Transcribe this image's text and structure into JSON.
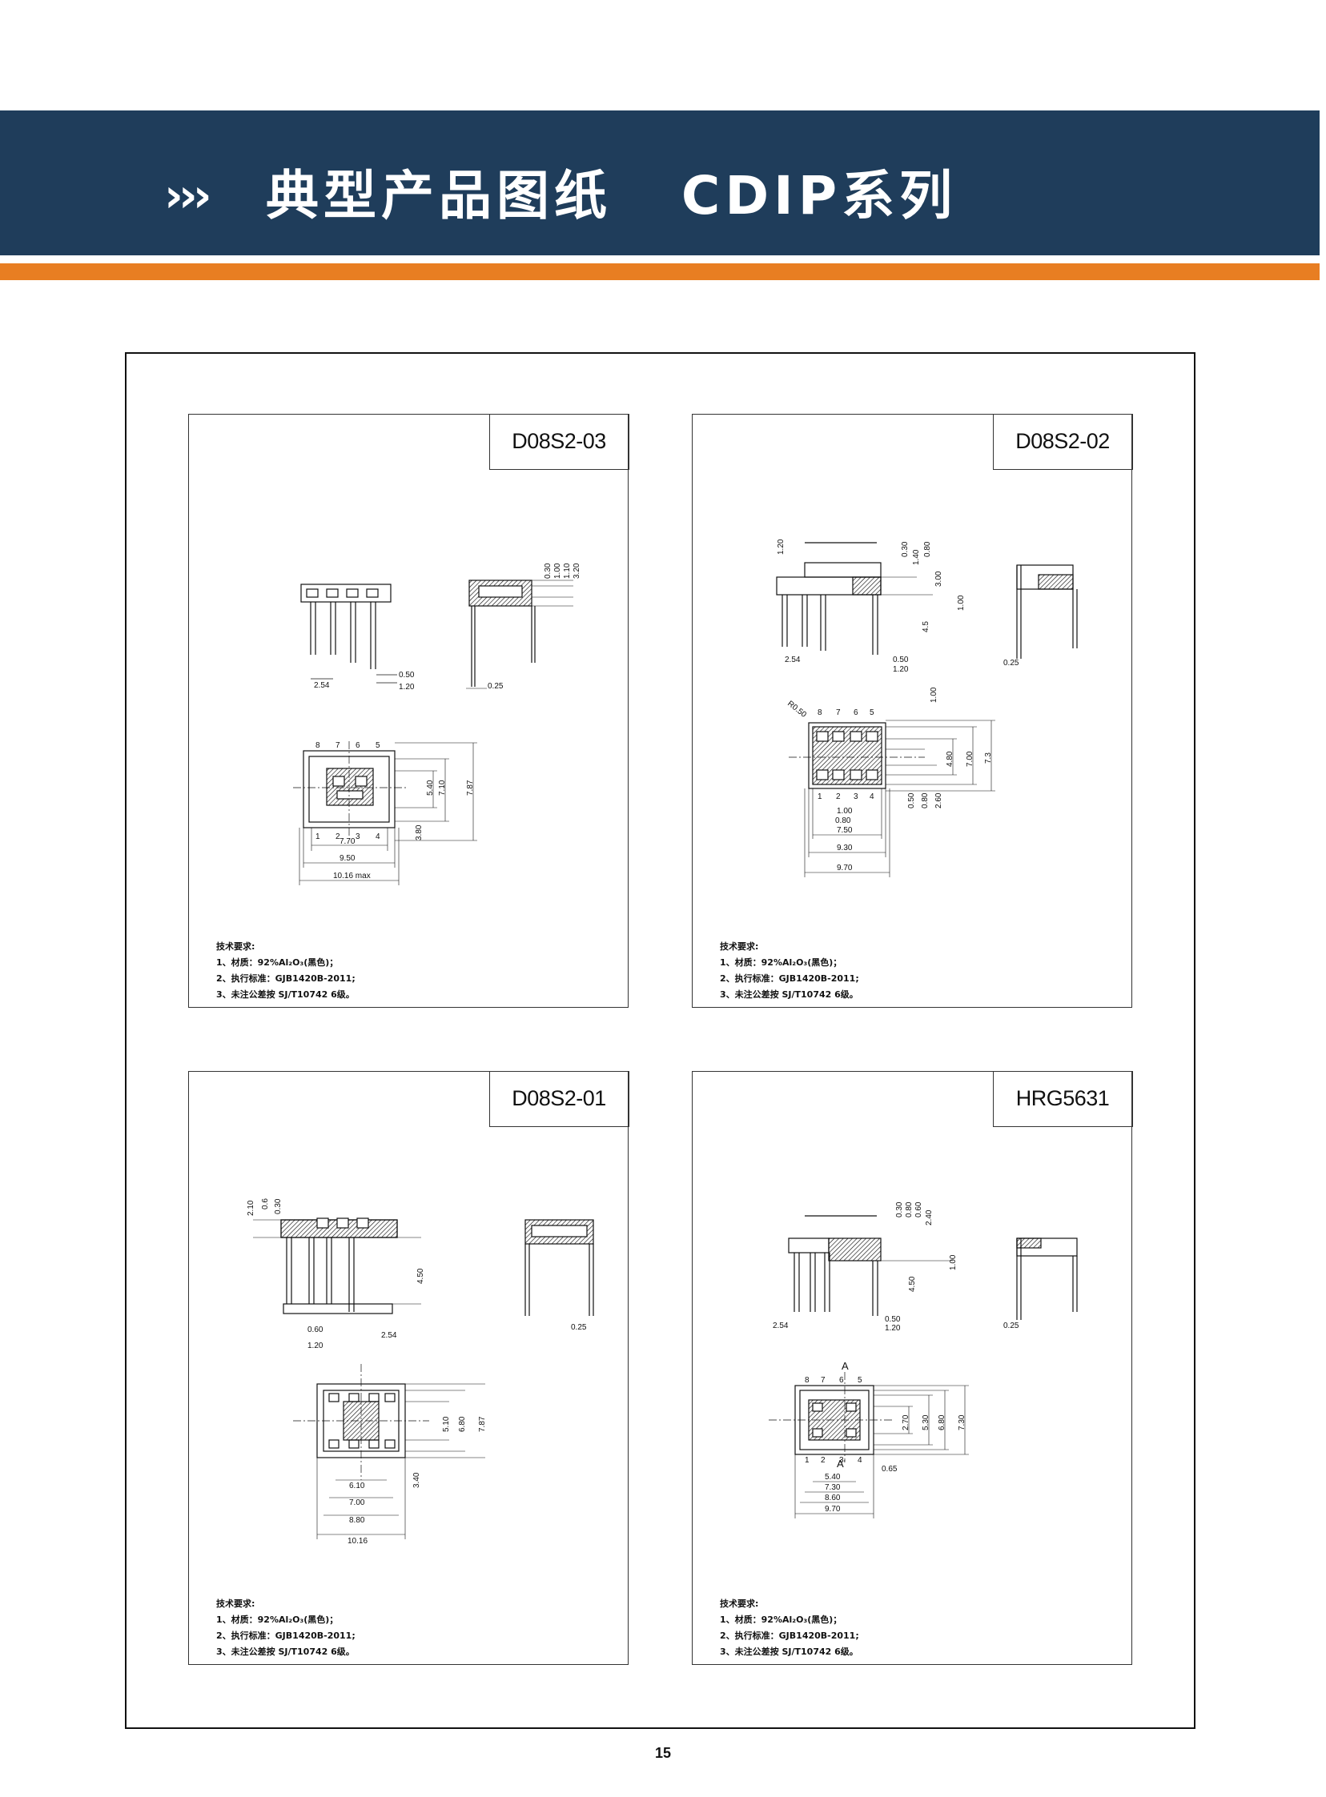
{
  "header": {
    "chevrons": "›››",
    "title": "典型产品图纸   CDIP系列",
    "band_color": "#1f3d5b",
    "accent_color": "#e87e22"
  },
  "panels": [
    {
      "label": "D08S2-03",
      "side_dims": [
        "2.54",
        "0.50",
        "1.20"
      ],
      "end_dims": [
        "0.30",
        "1.00",
        "1.10",
        "3.20",
        "0.25"
      ],
      "top_pins": [
        "8",
        "7",
        "6",
        "5"
      ],
      "bottom_pins": [
        "1",
        "2",
        "3",
        "4"
      ],
      "vert_dims": [
        "5.40",
        "7.10",
        "7.87",
        "3.80"
      ],
      "horiz_dims": [
        "7.70",
        "9.50",
        "10.16 max"
      ],
      "notes": {
        "heading": "技术要求:",
        "line1": "1、材质：92%Al₂O₃(黑色)；",
        "line2": "2、执行标准：GJB1420B-2011;",
        "line3": "3、未注公差按 SJ/T10742 6级。"
      }
    },
    {
      "label": "D08S2-02",
      "side_dims": [
        "1.20",
        "0.30",
        "1.40",
        "0.80",
        "3.00",
        "1.00",
        "4.5",
        "2.54",
        "0.50",
        "1.20",
        "0.25"
      ],
      "top_pins": [
        "8",
        "7",
        "6",
        "5"
      ],
      "bottom_pins": [
        "1",
        "2",
        "3",
        "4"
      ],
      "corner_label": "R0.50",
      "top_dim": "1.00",
      "vert_dims": [
        "0.50",
        "0.80",
        "2.60",
        "4.80",
        "7.00",
        "7.3"
      ],
      "horiz_dims": [
        "1.00",
        "0.80",
        "7.50",
        "9.30",
        "9.70"
      ],
      "notes": {
        "heading": "技术要求:",
        "line1": "1、材质：92%Al₂O₃(黑色)；",
        "line2": "2、执行标准：GJB1420B-2011;",
        "line3": "3、未注公差按 SJ/T10742 6级。"
      }
    },
    {
      "label": "D08S2-01",
      "side_dims": [
        "2.10",
        "0.6",
        "0.30",
        "4.50",
        "0.60",
        "2.54",
        "1.20",
        "0.25"
      ],
      "vert_dims": [
        "5.10",
        "6.80",
        "7.87",
        "3.40"
      ],
      "horiz_dims": [
        "6.10",
        "7.00",
        "8.80",
        "10.16"
      ],
      "notes": {
        "heading": "技术要求:",
        "line1": "1、材质：92%Al₂O₃(黑色)；",
        "line2": "2、执行标准：GJB1420B-2011;",
        "line3": "3、未注公差按 SJ/T10742 6级。"
      }
    },
    {
      "label": "HRG5631",
      "side_dims": [
        "0.30",
        "0.80",
        "0.60",
        "2.40",
        "1.00",
        "4.50",
        "2.54",
        "0.50",
        "1.20",
        "0.25"
      ],
      "section_label": "A",
      "section_label_b": "A'",
      "top_pins": [
        "8",
        "7",
        "6",
        "5"
      ],
      "bottom_pins": [
        "1",
        "2",
        "3",
        "4"
      ],
      "vert_dims": [
        "2.70",
        "5.30",
        "6.80",
        "7.30"
      ],
      "horiz_dims": [
        "0.65",
        "5.40",
        "7.30",
        "8.60",
        "9.70"
      ],
      "notes": {
        "heading": "技术要求:",
        "line1": "1、材质：92%Al₂O₃(黑色)；",
        "line2": "2、执行标准：GJB1420B-2011;",
        "line3": "3、未注公差按 SJ/T10742 6级。"
      }
    }
  ],
  "page_number": "15"
}
